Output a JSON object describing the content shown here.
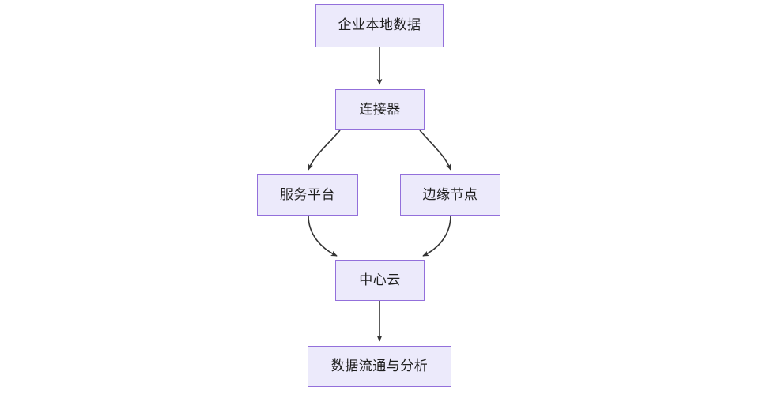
{
  "diagram": {
    "type": "flowchart",
    "orientation": "top-to-bottom",
    "background_color": "#ffffff",
    "node_fill_color": "#ECEAFB",
    "node_border_color": "#9370DB",
    "edge_color": "#333333",
    "nodes": [
      {
        "id": "source",
        "label": "企业本地数据"
      },
      {
        "id": "connector",
        "label": "连接器"
      },
      {
        "id": "platform",
        "label": "服务平台"
      },
      {
        "id": "edge",
        "label": "边缘节点"
      },
      {
        "id": "cloud",
        "label": "中心云"
      },
      {
        "id": "analytics",
        "label": "数据流通与分析"
      }
    ],
    "edges": [
      {
        "from": "源",
        "to": "连接器",
        "label": ""
      },
      {
        "from": "连接器",
        "to": "服务平台",
        "label": ""
      },
      {
        "from": "连接器",
        "to": "边缘节点",
        "label": ""
      },
      {
        "from": "服务平台",
        "to": "中心云",
        "label": ""
      },
      {
        "from": "边缘节点",
        "to": "中心云",
        "label": ""
      },
      {
        "from": "中心云",
        "to": "数据流通与分析",
        "label": ""
      }
    ]
  }
}
